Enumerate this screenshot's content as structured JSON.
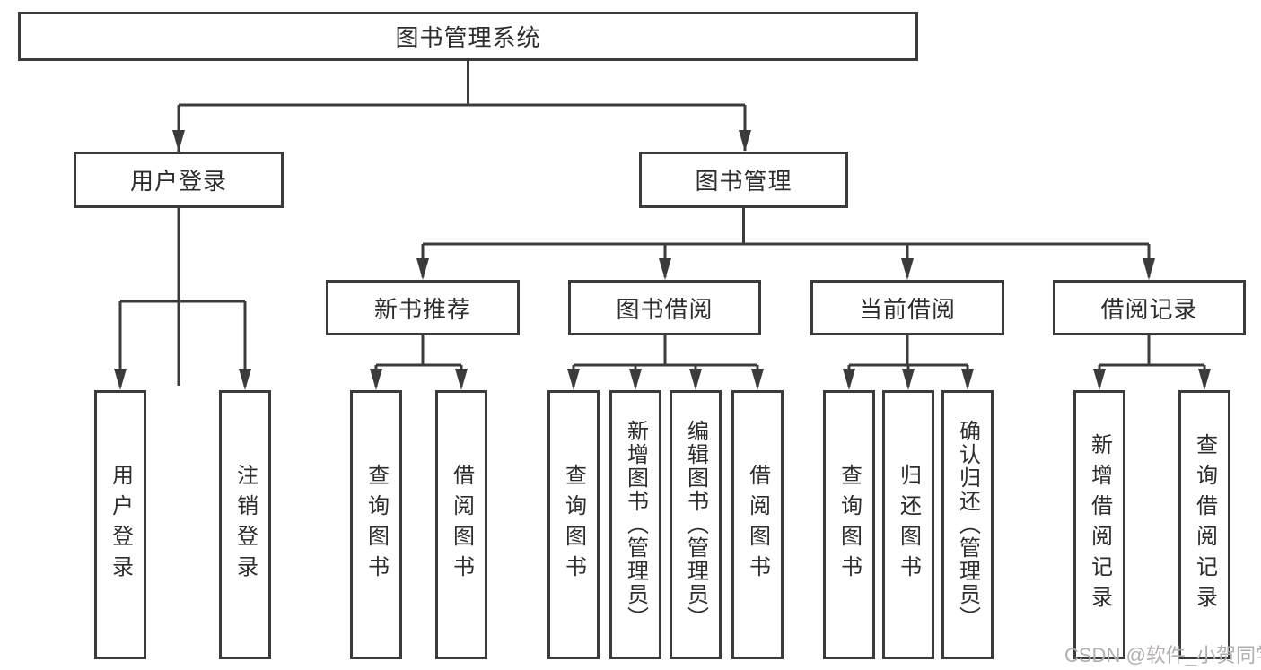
{
  "diagram_title": "图书管理系统",
  "colors": {
    "line": "#3b3b3b",
    "box_border": "#3b3b3b",
    "box_background": "#ffffff",
    "text": "#2d2d2d",
    "watermark": "#b3aeae"
  },
  "nodes": {
    "root": {
      "label": "图书管理系统"
    },
    "level2": [
      {
        "label": "用户登录"
      },
      {
        "label": "图书管理"
      }
    ],
    "level3": [
      {
        "label": "新书推荐",
        "parent": "图书管理"
      },
      {
        "label": "图书借阅",
        "parent": "图书管理"
      },
      {
        "label": "当前借阅",
        "parent": "图书管理"
      },
      {
        "label": "借阅记录",
        "parent": "图书管理"
      }
    ],
    "leaves": [
      {
        "label": "用户登录",
        "parent": "用户登录"
      },
      {
        "label": "注销登录",
        "parent": "用户登录"
      },
      {
        "label": "查询图书",
        "parent": "新书推荐"
      },
      {
        "label": "借阅图书",
        "parent": "新书推荐"
      },
      {
        "label": "查询图书",
        "parent": "图书借阅"
      },
      {
        "label": "新增图书（管理员）",
        "parent": "图书借阅"
      },
      {
        "label": "编辑图书（管理员）",
        "parent": "图书借阅"
      },
      {
        "label": "借阅图书",
        "parent": "图书借阅"
      },
      {
        "label": "查询图书",
        "parent": "当前借阅"
      },
      {
        "label": "归还图书",
        "parent": "当前借阅"
      },
      {
        "label": "确认归还（管理员）",
        "parent": "当前借阅"
      },
      {
        "label": "新增借阅记录",
        "parent": "借阅记录"
      },
      {
        "label": "查询借阅记录",
        "parent": "借阅记录"
      }
    ]
  },
  "watermark": {
    "text": "CSDN @软件_小贺同学"
  }
}
